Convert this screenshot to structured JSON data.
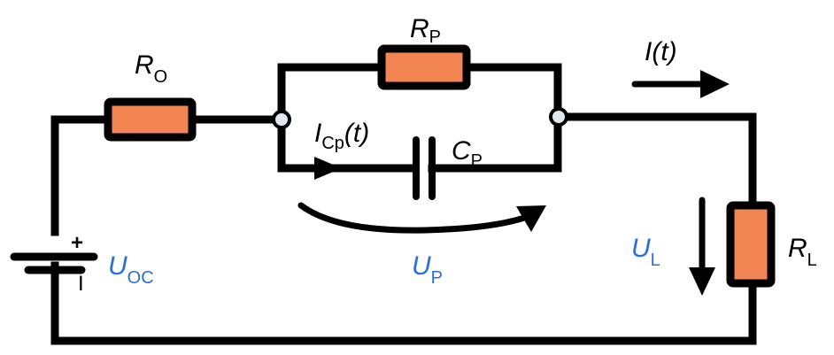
{
  "diagram": {
    "type": "equivalent circuit (Thevenin 1-RC battery model)",
    "colors": {
      "wire": "#000000",
      "resistor_fill": "#f28552",
      "node_fill": "#dfe8ee",
      "voltage_label": "#2a6ed8",
      "component_label": "#000000"
    },
    "labels": {
      "r0": {
        "main": "R",
        "sub": "O"
      },
      "rp": {
        "main": "R",
        "sub": "P"
      },
      "cp": {
        "main": "C",
        "sub": "P"
      },
      "rl": {
        "main": "R",
        "sub": "L"
      },
      "icp": {
        "main": "I",
        "sub": "Cp",
        "suffix": "(t)"
      },
      "it": {
        "main": "I",
        "suffix": "(t)"
      },
      "uoc": {
        "main": "U",
        "sub": "OC"
      },
      "up": {
        "main": "U",
        "sub": "P"
      },
      "ul": {
        "main": "U",
        "sub": "L"
      },
      "plus": "+",
      "minus": "I"
    },
    "components": [
      {
        "id": "battery",
        "kind": "voltage-source",
        "label": "U_OC"
      },
      {
        "id": "r0",
        "kind": "resistor",
        "label": "R_O"
      },
      {
        "id": "rp",
        "kind": "resistor",
        "label": "R_P"
      },
      {
        "id": "cp",
        "kind": "capacitor",
        "label": "C_P"
      },
      {
        "id": "rl",
        "kind": "resistor",
        "label": "R_L"
      }
    ]
  }
}
